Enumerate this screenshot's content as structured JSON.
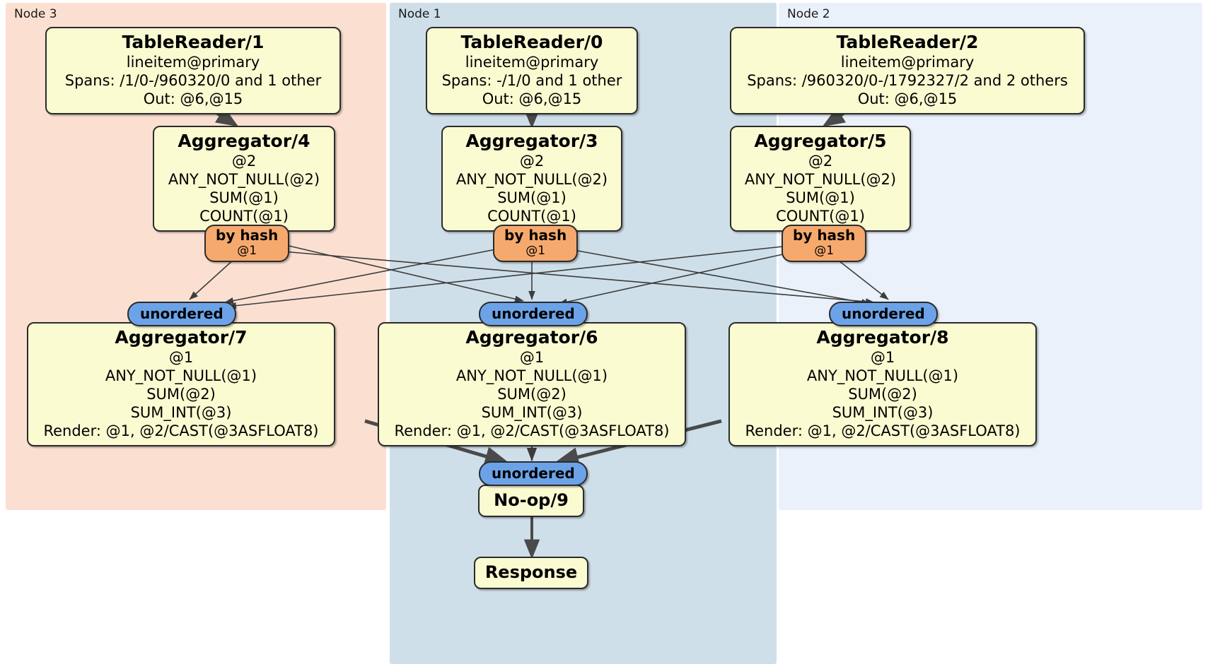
{
  "diagram": {
    "type": "distributed-query-plan",
    "colors": {
      "node3_panel": "#fbe0d2",
      "node1_panel": "#cfdfe9",
      "node2_panel": "#eaf1fb",
      "processor_box": "#fbfbd2",
      "hash_router": "#f6a96d",
      "unordered_router": "#6ca3e8",
      "stroke": "#2b2b2b"
    }
  },
  "panels": [
    {
      "id": "node3",
      "label": "Node 3"
    },
    {
      "id": "node1",
      "label": "Node 1"
    },
    {
      "id": "node2",
      "label": "Node 2"
    }
  ],
  "nodes": {
    "tablereader1": {
      "title": "TableReader/1",
      "lines": [
        "lineitem@primary",
        "Spans: /1/0-/960320/0 and 1 other",
        "Out: @6,@15"
      ]
    },
    "tablereader0": {
      "title": "TableReader/0",
      "lines": [
        "lineitem@primary",
        "Spans: -/1/0 and 1 other",
        "Out: @6,@15"
      ]
    },
    "tablereader2": {
      "title": "TableReader/2",
      "lines": [
        "lineitem@primary",
        "Spans: /960320/0-/1792327/2 and 2 others",
        "Out: @6,@15"
      ]
    },
    "aggregator4": {
      "title": "Aggregator/4",
      "lines": [
        "@2",
        "ANY_NOT_NULL(@2)",
        "SUM(@1)",
        "COUNT(@1)"
      ]
    },
    "aggregator3": {
      "title": "Aggregator/3",
      "lines": [
        "@2",
        "ANY_NOT_NULL(@2)",
        "SUM(@1)",
        "COUNT(@1)"
      ]
    },
    "aggregator5": {
      "title": "Aggregator/5",
      "lines": [
        "@2",
        "ANY_NOT_NULL(@2)",
        "SUM(@1)",
        "COUNT(@1)"
      ]
    },
    "aggregator7": {
      "title": "Aggregator/7",
      "lines": [
        "@1",
        "ANY_NOT_NULL(@1)",
        "SUM(@2)",
        "SUM_INT(@3)",
        "Render: @1, @2/CAST(@3ASFLOAT8)"
      ]
    },
    "aggregator6": {
      "title": "Aggregator/6",
      "lines": [
        "@1",
        "ANY_NOT_NULL(@1)",
        "SUM(@2)",
        "SUM_INT(@3)",
        "Render: @1, @2/CAST(@3ASFLOAT8)"
      ]
    },
    "aggregator8": {
      "title": "Aggregator/8",
      "lines": [
        "@1",
        "ANY_NOT_NULL(@1)",
        "SUM(@2)",
        "SUM_INT(@3)",
        "Render: @1, @2/CAST(@3ASFLOAT8)"
      ]
    },
    "hash_left": {
      "title": "by hash",
      "line": "@1"
    },
    "hash_center": {
      "title": "by hash",
      "line": "@1"
    },
    "hash_right": {
      "title": "by hash",
      "line": "@1"
    },
    "unordered_left": {
      "title": "unordered"
    },
    "unordered_center": {
      "title": "unordered"
    },
    "unordered_right": {
      "title": "unordered"
    },
    "unordered_final": {
      "title": "unordered"
    },
    "noop9": {
      "title": "No-op/9"
    },
    "response": {
      "title": "Response"
    }
  }
}
